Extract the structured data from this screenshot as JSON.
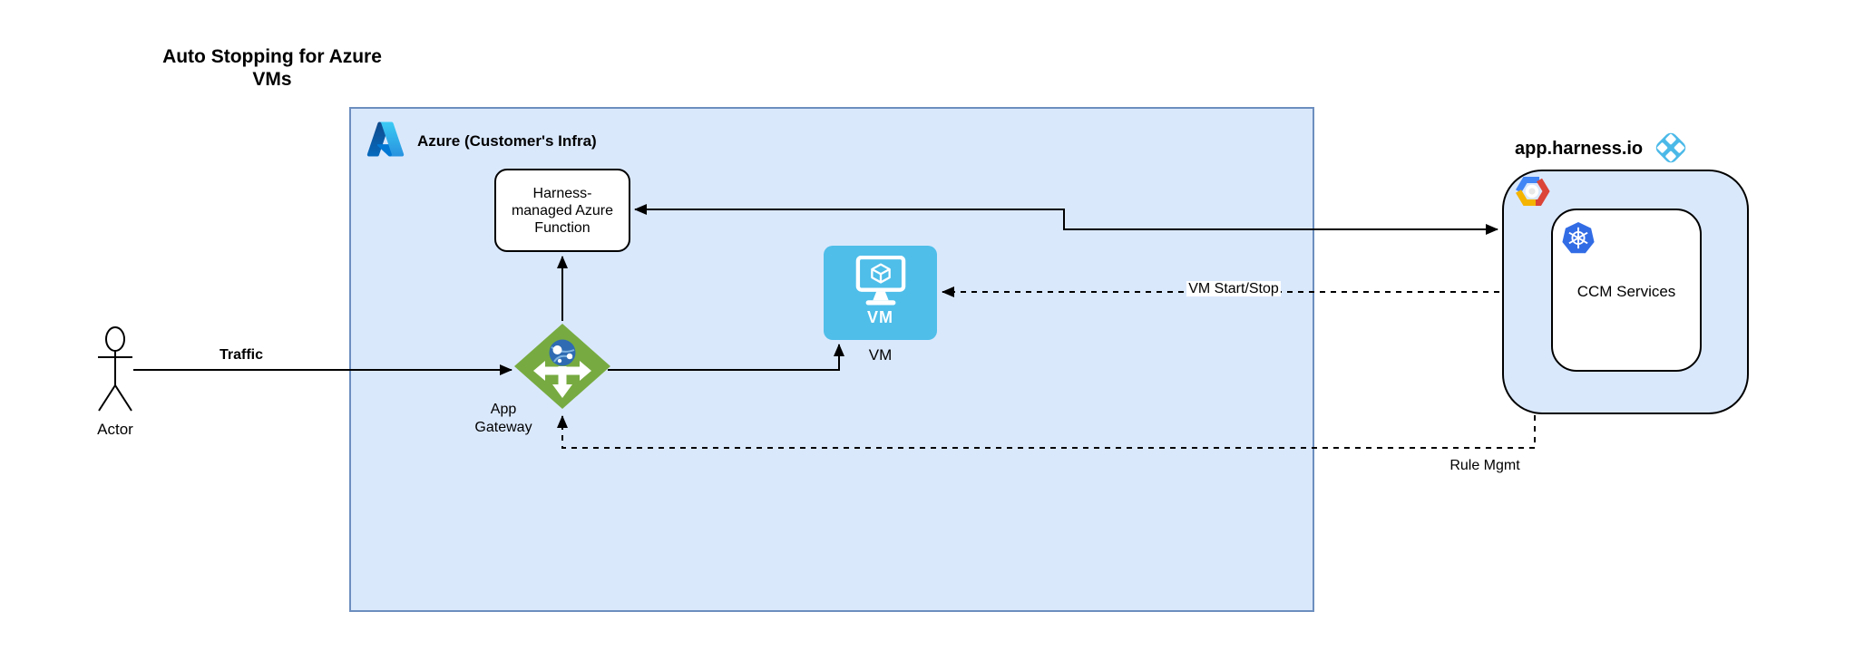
{
  "title": "Auto Stopping for Azure\nVMs",
  "groups": {
    "azure": {
      "label": "Azure (Customer's Infra)"
    },
    "harness": {
      "label": "app.harness.io"
    }
  },
  "nodes": {
    "function": {
      "label": "Harness-\nmanaged Azure\nFunction"
    },
    "vm": {
      "icon_text": "VM",
      "label": "VM"
    },
    "app_gateway": {
      "label": "App\nGateway"
    },
    "actor": {
      "label": "Actor"
    },
    "ccm": {
      "label": "CCM Services"
    }
  },
  "edges": {
    "traffic": {
      "label": "Traffic",
      "style": "solid"
    },
    "function_link": {
      "label": "",
      "style": "solid"
    },
    "vm_start_stop": {
      "label": "VM Start/Stop",
      "style": "dashed"
    },
    "rule_mgmt": {
      "label": "Rule Mgmt",
      "style": "dashed"
    }
  },
  "icons": {
    "azure_logo": "azure-a-logo",
    "vm_icon": "monitor-with-cube",
    "app_gateway_icon": "green-diamond-three-arrows-globe",
    "actor_icon": "stick-figure",
    "harness_logo": "harness-four-diamonds",
    "gcp_logo": "google-cloud-hexagon",
    "k8s_logo": "kubernetes-helm-wheel"
  },
  "colors": {
    "azure_group_fill": "#dae8fc",
    "azure_group_border": "#6c8ebf",
    "harness_group_fill": "#dae8fc",
    "vm_icon_fill": "#4fbee9",
    "app_gateway_green": "#77ab41",
    "app_gateway_globe_blue": "#2e6bb2",
    "kubernetes_blue": "#326ce5",
    "harness_logo_blue": "#4ab9e8",
    "edge_color": "#000000"
  }
}
